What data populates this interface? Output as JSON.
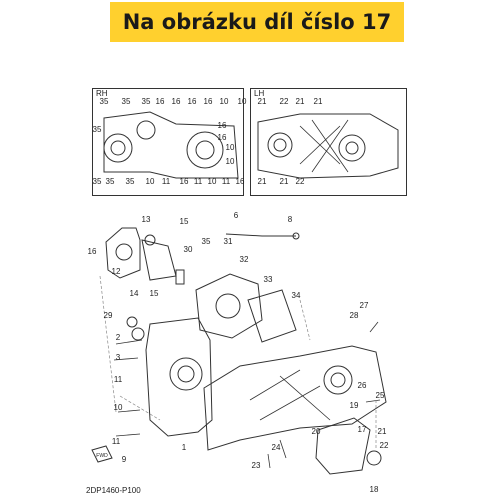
{
  "banner": {
    "text": "Na obrázku díl číslo 17"
  },
  "insets": {
    "rh": {
      "label": "RH"
    },
    "lh": {
      "label": "LH"
    }
  },
  "footer": {
    "code": "2DP1460-P100"
  },
  "fwd_label": "FWD",
  "callouts": [
    {
      "t": "35"
    },
    {
      "t": "35"
    },
    {
      "t": "35"
    },
    {
      "t": "16"
    },
    {
      "t": "16"
    },
    {
      "t": "16"
    },
    {
      "t": "16"
    },
    {
      "t": "10"
    },
    {
      "t": "10"
    },
    {
      "t": "16"
    },
    {
      "t": "16"
    },
    {
      "t": "10"
    },
    {
      "t": "35"
    },
    {
      "t": "10"
    },
    {
      "t": "35"
    },
    {
      "t": "35"
    },
    {
      "t": "35"
    },
    {
      "t": "10"
    },
    {
      "t": "11"
    },
    {
      "t": "16"
    },
    {
      "t": "11"
    },
    {
      "t": "10"
    },
    {
      "t": "11"
    },
    {
      "t": "16"
    },
    {
      "t": "21"
    },
    {
      "t": "22"
    },
    {
      "t": "21"
    },
    {
      "t": "21"
    },
    {
      "t": "21"
    },
    {
      "t": "21"
    },
    {
      "t": "22"
    },
    {
      "t": "16"
    },
    {
      "t": "13"
    },
    {
      "t": "15"
    },
    {
      "t": "6"
    },
    {
      "t": "8"
    },
    {
      "t": "35"
    },
    {
      "t": "31"
    },
    {
      "t": "32"
    },
    {
      "t": "30"
    },
    {
      "t": "12"
    },
    {
      "t": "14"
    },
    {
      "t": "15"
    },
    {
      "t": "33"
    },
    {
      "t": "34"
    },
    {
      "t": "27"
    },
    {
      "t": "28"
    },
    {
      "t": "29"
    },
    {
      "t": "2"
    },
    {
      "t": "3"
    },
    {
      "t": "11"
    },
    {
      "t": "10"
    },
    {
      "t": "11"
    },
    {
      "t": "9"
    },
    {
      "t": "1"
    },
    {
      "t": "26"
    },
    {
      "t": "19"
    },
    {
      "t": "25"
    },
    {
      "t": "17"
    },
    {
      "t": "21"
    },
    {
      "t": "20"
    },
    {
      "t": "22"
    },
    {
      "t": "23"
    },
    {
      "t": "24"
    },
    {
      "t": "18"
    }
  ]
}
